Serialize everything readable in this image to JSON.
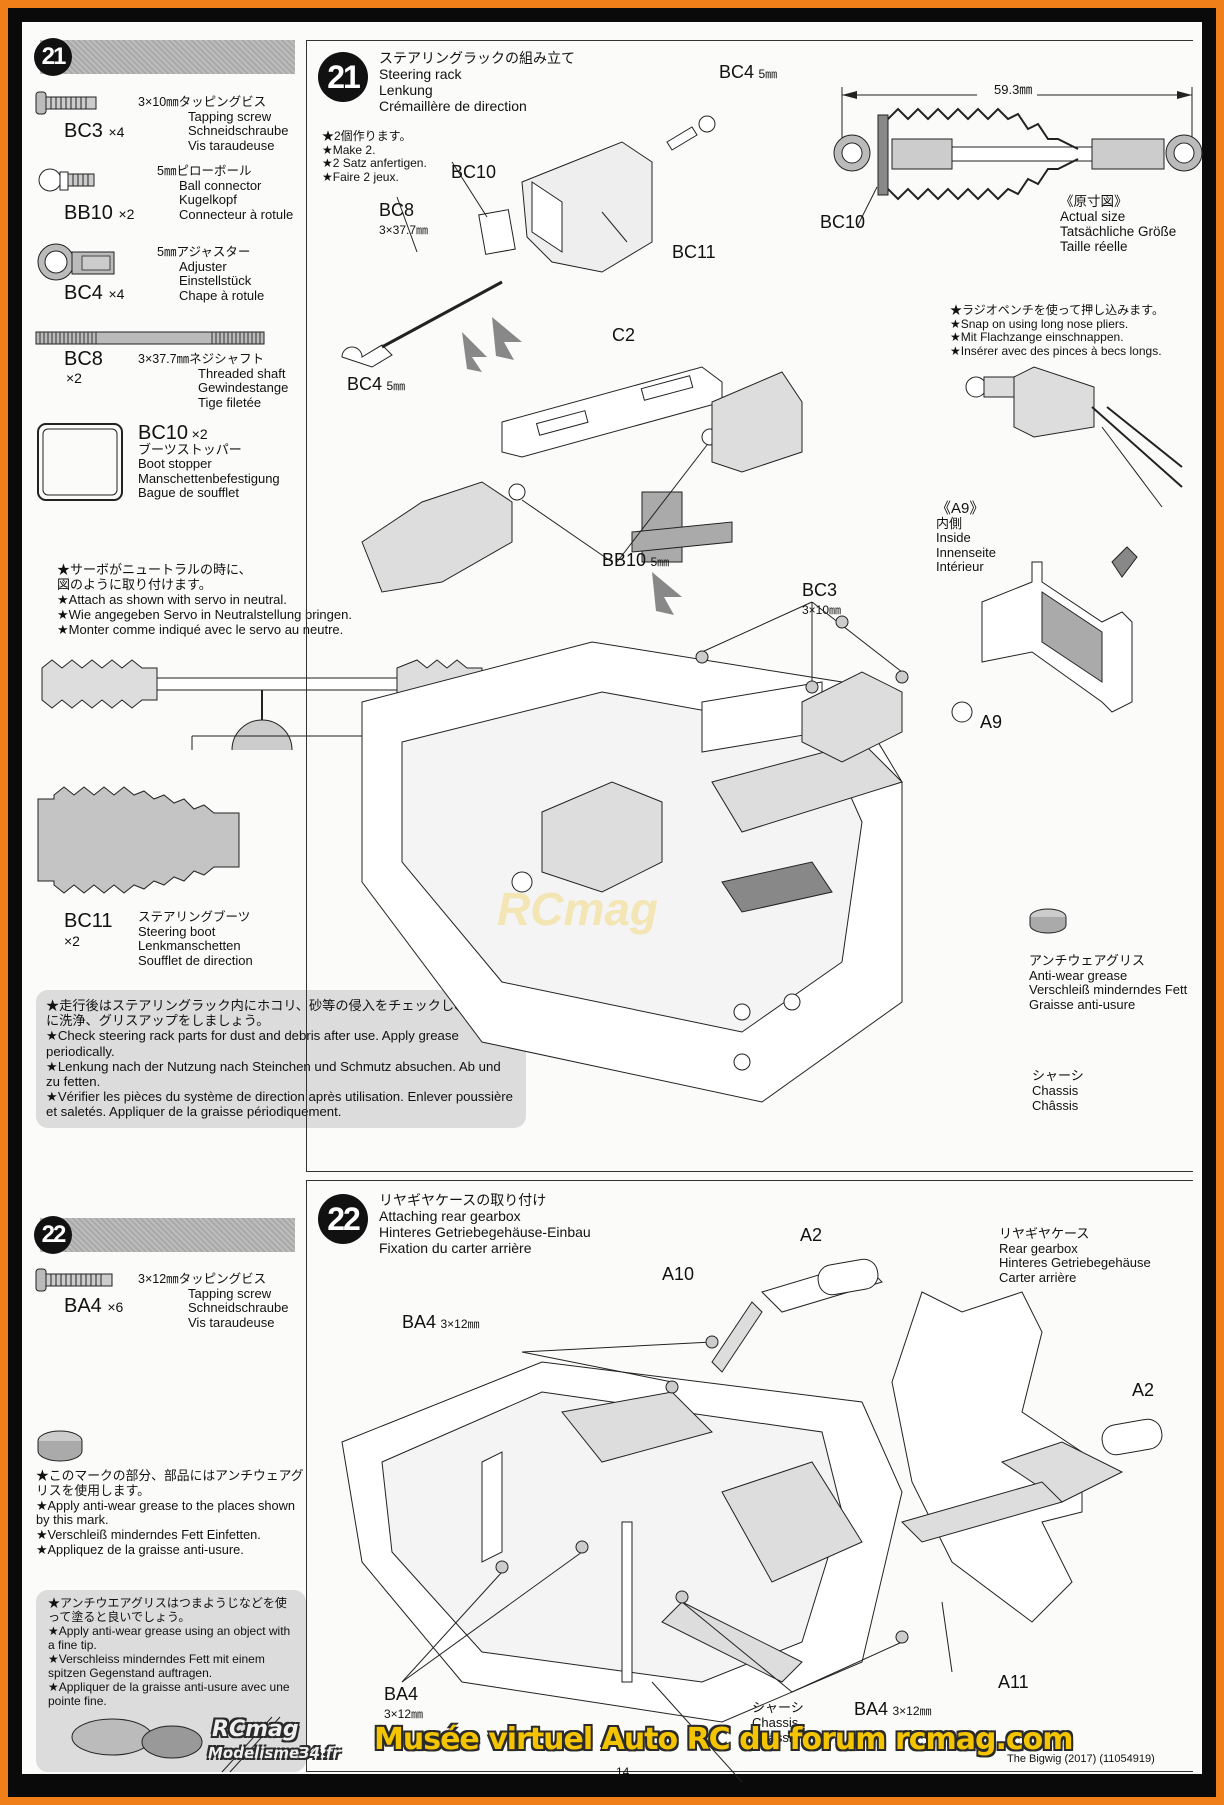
{
  "step21": {
    "number": "21",
    "parts": [
      {
        "code": "BC3",
        "qty": "×4",
        "lines": [
          "3×10㎜タッピングビス",
          "Tapping screw",
          "Schneidschraube",
          "Vis taraudeuse"
        ]
      },
      {
        "code": "BB10",
        "qty": "×2",
        "lines": [
          "5㎜ピローボール",
          "Ball connector",
          "Kugelkopf",
          "Connecteur à rotule"
        ]
      },
      {
        "code": "BC4",
        "qty": "×4",
        "lines": [
          "5㎜アジャスター",
          "Adjuster",
          "Einstellstück",
          "Chape à rotule"
        ]
      },
      {
        "code": "BC8",
        "qty": "×2",
        "lines": [
          "3×37.7㎜ネジシャフト",
          "Threaded shaft",
          "Gewindestange",
          "Tige filetée"
        ]
      },
      {
        "code": "BC10",
        "qty": "×2",
        "lines": [
          "ブーツストッパー",
          "Boot stopper",
          "Manschettenbefestigung",
          "Bague de soufflet"
        ]
      },
      {
        "code": "BC11",
        "qty": "×2",
        "lines": [
          "ステアリングブーツ",
          "Steering boot",
          "Lenkmanschetten",
          "Soufflet de direction"
        ]
      }
    ],
    "title": [
      "ステアリングラックの組み立て",
      "Steering rack",
      "Lenkung",
      "Crémaillère de direction"
    ],
    "make2": [
      "★2個作ります。",
      "★Make 2.",
      "★2 Satz anfertigen.",
      "★Faire 2 jeux."
    ],
    "labels": {
      "bc10": "BC10",
      "bc8": "BC8",
      "bc8_size": "3×37.7㎜",
      "bc11": "BC11",
      "bc4_top": "BC4",
      "bc4_top_size": "5㎜",
      "bc4_left": "BC4",
      "bc4_left_size": "5㎜",
      "c2": "C2",
      "bb10": "BB10",
      "bb10_size": "5㎜",
      "bc10_right": "BC10",
      "dimension": "59.3㎜",
      "bc3": "BC3",
      "bc3_size": "3×10㎜",
      "a9": "A9"
    },
    "actual_size": [
      "《原寸図》",
      "Actual size",
      "Tatsächliche Größe",
      "Taille réelle"
    ],
    "pliers": [
      "★ラジオペンチを使って押し込みます。",
      "★Snap on using long nose pliers.",
      "★Mit Flachzange einschnappen.",
      "★Insérer avec des pinces à becs longs."
    ],
    "a9_inside": [
      "《A9》",
      "内側",
      "Inside",
      "Innenseite",
      "Intérieur"
    ],
    "servo_note": [
      "★サーボがニュートラルの時に、",
      "図のように取り付けます。",
      "★Attach as shown with servo in neutral.",
      "★Wie angegeben Servo in Neutralstellung bringen.",
      "★Monter comme indiqué avec le servo au neutre."
    ],
    "grease_label": [
      "アンチウェアグリス",
      "Anti-wear grease",
      "Verschleiß minderndes Fett",
      "Graisse anti-usure"
    ],
    "chassis_label": [
      "シャーシ",
      "Chassis",
      "Châssis"
    ],
    "maintenance_note": [
      "★走行後はステアリングラック内にホコリ、砂等の侵入をチェックし、定期的に洗浄、グリスアップをしましょう。",
      "★Check steering rack parts for dust and debris after use. Apply grease periodically.",
      "★Lenkung nach der Nutzung nach Steinchen und Schmutz absuchen. Ab und zu fetten.",
      "★Vérifier les pièces du système de direction après utilisation. Enlever poussière et saletés. Appliquer de la graisse périodiquement."
    ]
  },
  "step22": {
    "number": "22",
    "parts": [
      {
        "code": "BA4",
        "qty": "×6",
        "lines": [
          "3×12㎜タッピングビス",
          "Tapping screw",
          "Schneidschraube",
          "Vis taraudeuse"
        ]
      }
    ],
    "title": [
      "リヤギヤケースの取り付け",
      "Attaching rear gearbox",
      "Hinteres Getriebegehäuse-Einbau",
      "Fixation du carter arrière"
    ],
    "labels": {
      "a2_top": "A2",
      "a10": "A10",
      "ba4_top": "BA4",
      "ba4_top_size": "3×12㎜",
      "a2_right": "A2",
      "ba4_left": "BA4",
      "ba4_left_size": "3×12㎜",
      "ba4_bottom": "BA4",
      "ba4_bottom_size": "3×12㎜",
      "a11": "A11"
    },
    "gearbox_label": [
      "リヤギヤケース",
      "Rear gearbox",
      "Hinteres Getriebegehäuse",
      "Carter arrière"
    ],
    "chassis_label": [
      "シャーシ",
      "Chassis",
      "Châssis"
    ],
    "grease_mark_note": [
      "★このマークの部分、部品にはアンチウェアグリスを使用します。",
      "★Apply anti-wear grease to the places shown by this mark.",
      "★Verschleiß minderndes Fett Einfetten.",
      "★Appliquez de la graisse anti-usure."
    ],
    "grease_tip_note": [
      "★アンチウエアグリスはつまようじなどを使って塗ると良いでしょう。",
      "★Apply anti-wear grease using an object with a fine tip.",
      "★Verschleiss minderndes Fett mit einem spitzen Gegenstand auftragen.",
      "★Appliquer de la graisse anti-usure avec une pointe fine."
    ]
  },
  "footer": {
    "model": "The Bigwig (2017) (11054919)",
    "page": "14",
    "watermark_logo_top": "RCmag",
    "watermark_logo_bottom": "Modelisme34.fr",
    "watermark_banner": "Musée virtuel Auto RC du forum rcmag.com",
    "watermark_center": "RCmag"
  },
  "colors": {
    "border": "#f07f1a",
    "frame": "#0a0a0a",
    "paper": "#fbfbf9",
    "watermark": "#f5c400"
  }
}
